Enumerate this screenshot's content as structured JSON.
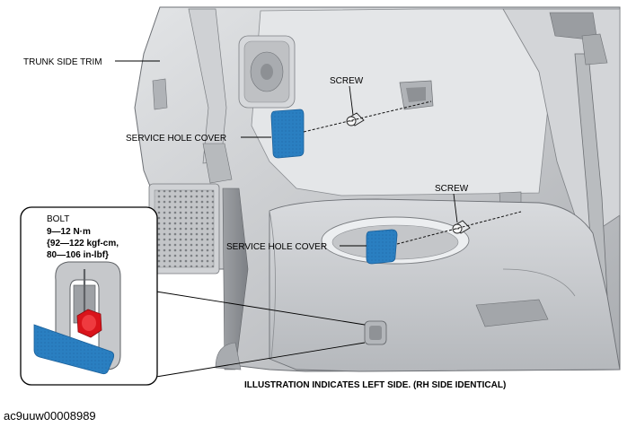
{
  "labels": {
    "trunk_side_trim": "TRUNK SIDE TRIM",
    "screw_upper": "SCREW",
    "screw_lower": "SCREW",
    "service_hole_cover_upper": "SERVICE HOLE COVER",
    "service_hole_cover_lower": "SERVICE HOLE COVER"
  },
  "inset": {
    "title": "BOLT",
    "torque_line1": "9—12 N·m",
    "torque_line2": "{92—122 kgf-cm,",
    "torque_line3": "80—106 in-lbf}"
  },
  "caption": "ILLUSTRATION INDICATES LEFT SIDE. (RH SIDE IDENTICAL)",
  "figure_id": "ac9uuw00008989",
  "colors": {
    "cover_blue": "#2a7fc1",
    "bolt_red": "#d9141b",
    "trim_gray": "#c9cbcd",
    "trim_dark": "#8f9296"
  }
}
